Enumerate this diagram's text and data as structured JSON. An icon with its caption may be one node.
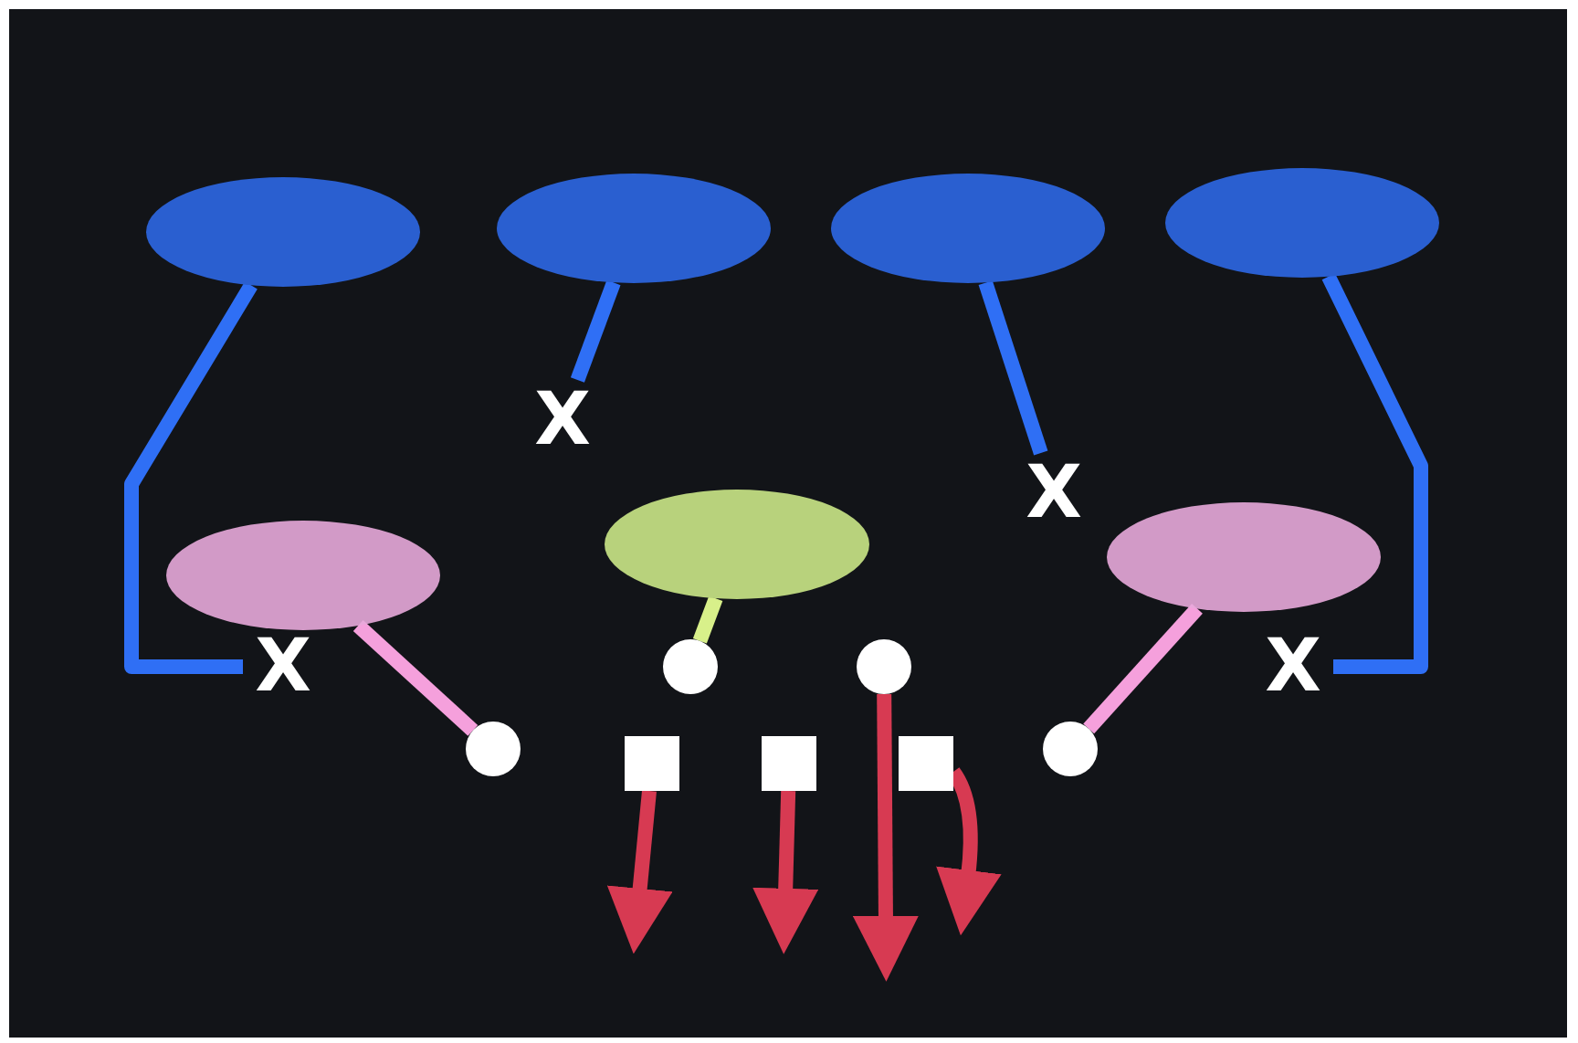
{
  "diagram": {
    "nodes": [
      {
        "text": [],
        "shape": "ellipse"
      },
      {
        "text": [],
        "shape": "ellipse"
      },
      {
        "text": [],
        "shape": "ellipse"
      },
      {
        "text": [],
        "shape": "ellipse"
      },
      {
        "text": [
          "X"
        ]
      },
      {
        "text": [
          "X"
        ]
      },
      {
        "text": [],
        "shape": "ellipse"
      },
      {
        "text": [],
        "shape": "ellipse"
      },
      {
        "text": [],
        "shape": "ellipse"
      },
      {
        "text": [
          "X"
        ]
      },
      {
        "text": [],
        "shape": "circle"
      },
      {
        "text": [],
        "shape": "circle"
      },
      {
        "text": [
          "X"
        ]
      },
      {
        "text": [],
        "shape": "circle"
      },
      {
        "text": [],
        "shape": "box"
      },
      {
        "text": [],
        "shape": "box"
      },
      {
        "text": [],
        "shape": "box"
      },
      {
        "text": [],
        "shape": "circle"
      }
    ],
    "edges": [
      {
        "from": 0,
        "to": 9,
        "arrow": "none",
        "color": "#2f6ff5"
      },
      {
        "from": 1,
        "to": 4,
        "arrow": "none",
        "color": "#2f6ff5"
      },
      {
        "from": 2,
        "to": 5,
        "arrow": "none",
        "color": "#2f6ff5"
      },
      {
        "from": 3,
        "to": 12,
        "arrow": "none",
        "color": "#2f6ff5"
      },
      {
        "from": 7,
        "to": 13,
        "arrow": "none",
        "color": "#f5a0dc"
      },
      {
        "from": 6,
        "to": 10,
        "arrow": "none",
        "color": "#d8f08a"
      },
      {
        "from": 8,
        "to": 17,
        "arrow": "none",
        "color": "#f5a0dc"
      },
      {
        "from": 14,
        "to": null,
        "arrow": "to",
        "color": "#d73a52"
      },
      {
        "from": 15,
        "to": null,
        "arrow": "to",
        "color": "#d73a52"
      },
      {
        "from": 11,
        "to": null,
        "arrow": "to",
        "color": "#d73a52"
      },
      {
        "from": 16,
        "to": null,
        "arrow": "to",
        "color": "#d73a52"
      }
    ]
  }
}
